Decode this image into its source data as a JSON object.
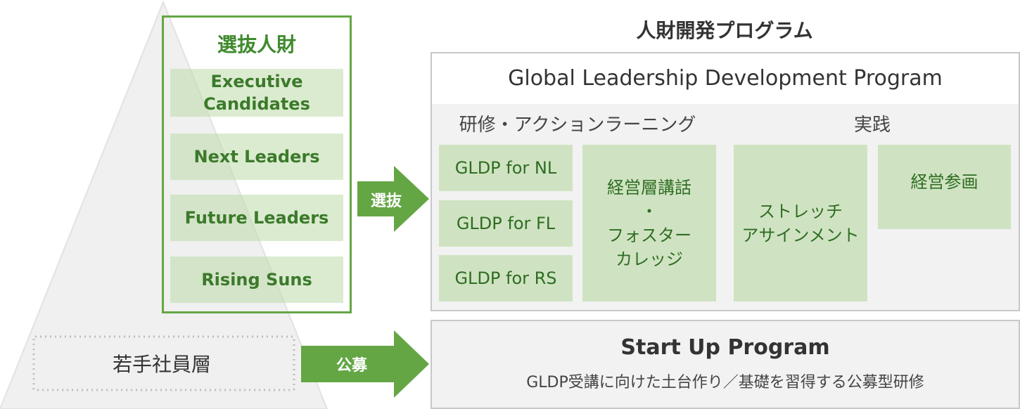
{
  "selected": {
    "title": "選抜人財",
    "tiers": [
      {
        "line1": "Executive",
        "line2": "Candidates"
      },
      {
        "line1": "Next Leaders",
        "line2": ""
      },
      {
        "line1": "Future Leaders",
        "line2": ""
      },
      {
        "line1": "Rising Suns",
        "line2": ""
      }
    ]
  },
  "junior": {
    "label": "若手社員層"
  },
  "arrows": {
    "selection": "選抜",
    "recruitment": "公募"
  },
  "program": {
    "title": "人財開発プログラム",
    "gldp": {
      "name": "Global Leadership Development Program",
      "training_heading": "研修・アクションラーニング",
      "practice_heading": "実践",
      "courses": [
        "GLDP for NL",
        "GLDP for FL",
        "GLDP for RS"
      ],
      "lecture": {
        "line1": "経営層講話",
        "line2": "・",
        "line3": "フォスター",
        "line4": "カレッジ"
      },
      "stretch": {
        "line1": "ストレッチ",
        "line2": "アサインメント"
      },
      "management": "経営参画"
    },
    "startup": {
      "title": "Start Up Program",
      "description": "GLDP受講に向けた土台作り／基礎を習得する公募型研修"
    }
  },
  "colors": {
    "accent_green": "#64a644",
    "box_green": "#cfe3c2",
    "panel_gray": "#f2f2f2",
    "pyramid_gray": "#f0f0f0"
  }
}
